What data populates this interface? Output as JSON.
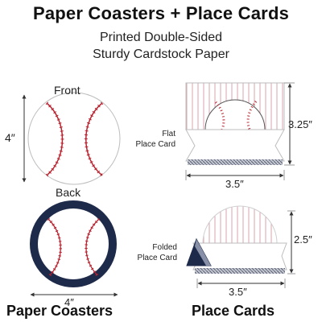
{
  "header": {
    "title": "Paper Coasters + Place Cards",
    "subtitle_line1": "Printed Double-Sided",
    "subtitle_line2": "Sturdy Cardstock Paper"
  },
  "coasters": {
    "front_label": "Front",
    "back_label": "Back",
    "height_dim": "4″",
    "width_dim": "4″",
    "footer": "Paper Coasters"
  },
  "place_cards": {
    "flat_label_line1": "Flat",
    "flat_label_line2": "Place Card",
    "flat_height_dim": "3.25″",
    "flat_width_dim": "3.5″",
    "folded_label_line1": "Folded",
    "folded_label_line2": "Place Card",
    "folded_height_dim": "2.5″",
    "folded_width_dim": "3.5″",
    "footer": "Place Cards"
  },
  "colors": {
    "stitch_red": "#b8232f",
    "navy": "#1d2a4a",
    "pinstripe": "#d9a3ad",
    "dim_line": "#333333"
  }
}
